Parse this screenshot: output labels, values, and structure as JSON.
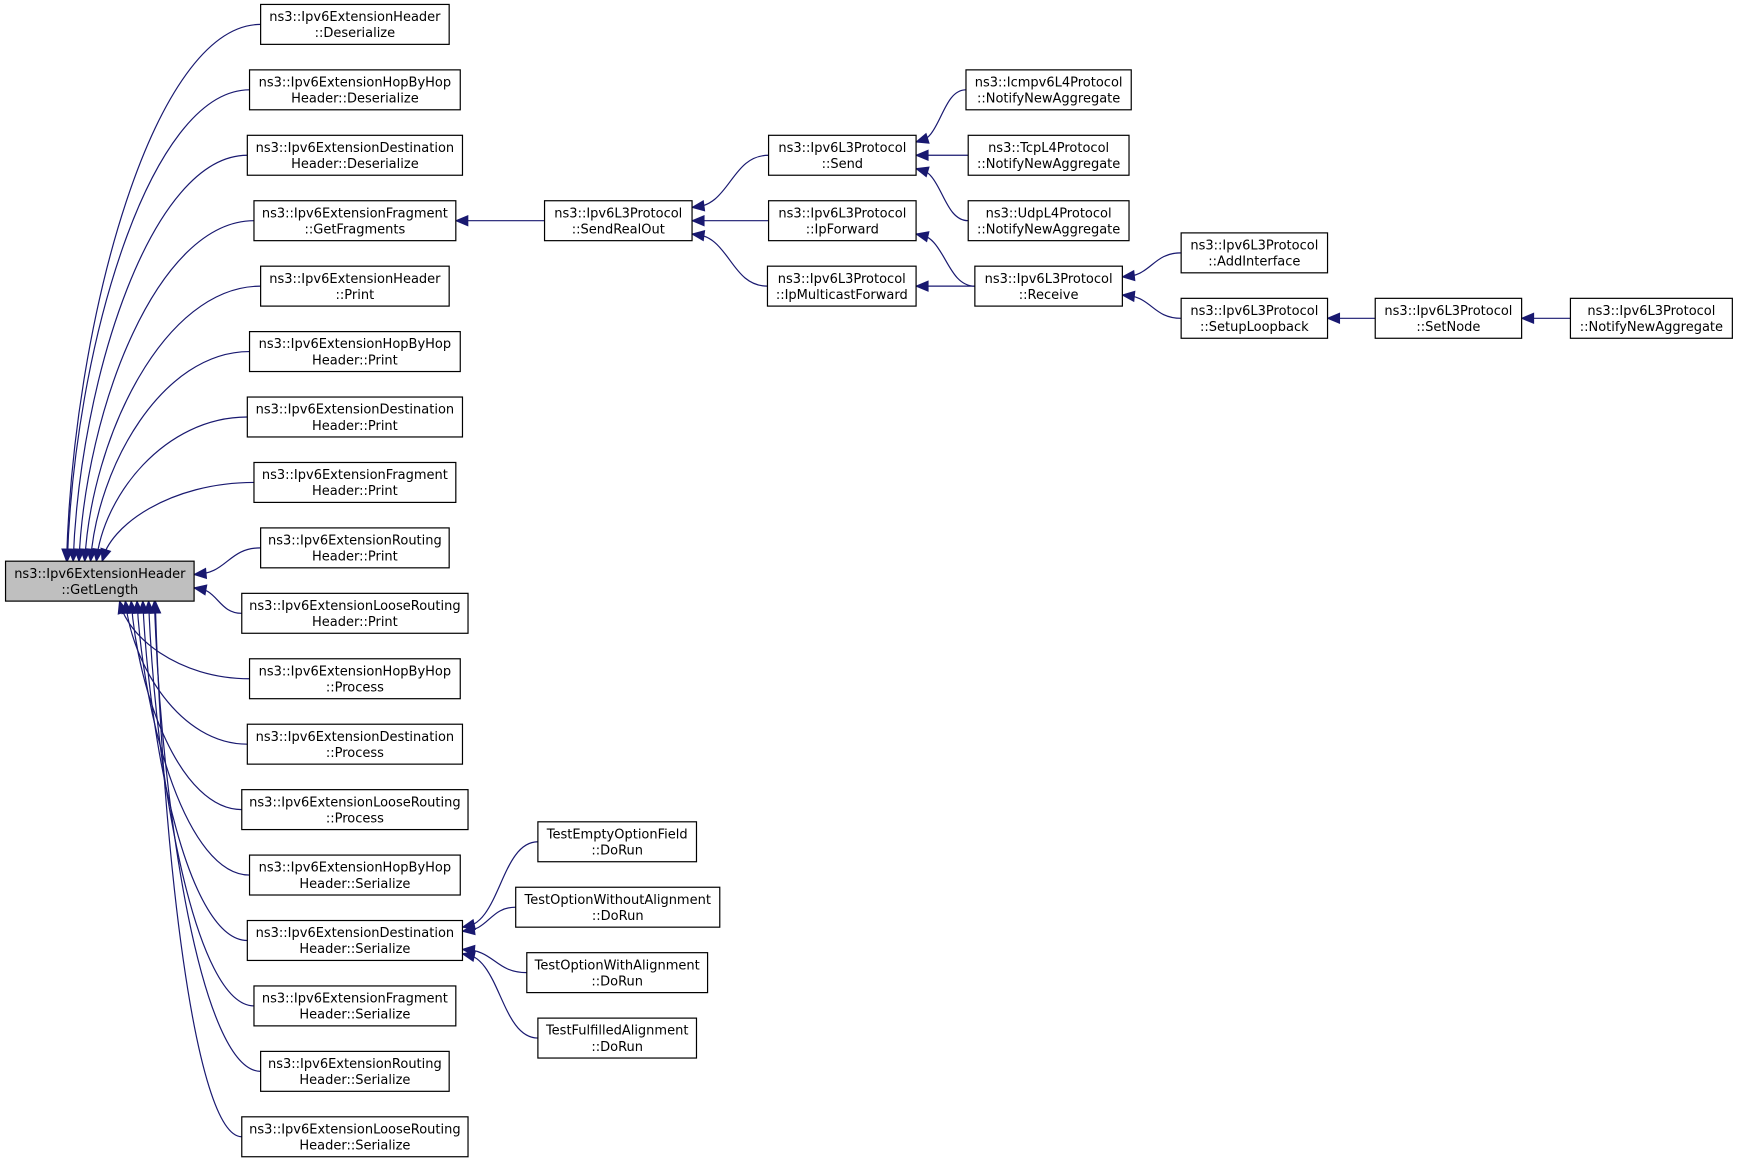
{
  "diagram": {
    "type": "doxygen-caller-graph",
    "colors": {
      "edge": "#191970",
      "root_fill": "#bfbfbf",
      "node_fill": "#ffffff",
      "node_border": "#000000"
    },
    "nodes": [
      {
        "id": "root",
        "lines": [
          "ns3::Ipv6ExtensionHeader",
          "::GetLength"
        ]
      },
      {
        "id": "n1",
        "lines": [
          "ns3::Ipv6ExtensionHeader",
          "::Deserialize"
        ]
      },
      {
        "id": "n2",
        "lines": [
          "ns3::Ipv6ExtensionHopByHop",
          "Header::Deserialize"
        ]
      },
      {
        "id": "n3",
        "lines": [
          "ns3::Ipv6ExtensionDestination",
          "Header::Deserialize"
        ]
      },
      {
        "id": "n4",
        "lines": [
          "ns3::Ipv6ExtensionFragment",
          "::GetFragments"
        ]
      },
      {
        "id": "n5",
        "lines": [
          "ns3::Ipv6ExtensionHeader",
          "::Print"
        ]
      },
      {
        "id": "n6",
        "lines": [
          "ns3::Ipv6ExtensionHopByHop",
          "Header::Print"
        ]
      },
      {
        "id": "n7",
        "lines": [
          "ns3::Ipv6ExtensionDestination",
          "Header::Print"
        ]
      },
      {
        "id": "n8",
        "lines": [
          "ns3::Ipv6ExtensionFragment",
          "Header::Print"
        ]
      },
      {
        "id": "n9",
        "lines": [
          "ns3::Ipv6ExtensionRouting",
          "Header::Print"
        ]
      },
      {
        "id": "n10",
        "lines": [
          "ns3::Ipv6ExtensionLooseRouting",
          "Header::Print"
        ]
      },
      {
        "id": "n11",
        "lines": [
          "ns3::Ipv6ExtensionHopByHop",
          "::Process"
        ]
      },
      {
        "id": "n12",
        "lines": [
          "ns3::Ipv6ExtensionDestination",
          "::Process"
        ]
      },
      {
        "id": "n13",
        "lines": [
          "ns3::Ipv6ExtensionLooseRouting",
          "::Process"
        ]
      },
      {
        "id": "n14",
        "lines": [
          "ns3::Ipv6ExtensionHopByHop",
          "Header::Serialize"
        ]
      },
      {
        "id": "n15",
        "lines": [
          "ns3::Ipv6ExtensionDestination",
          "Header::Serialize"
        ]
      },
      {
        "id": "n16",
        "lines": [
          "ns3::Ipv6ExtensionFragment",
          "Header::Serialize"
        ]
      },
      {
        "id": "n17",
        "lines": [
          "ns3::Ipv6ExtensionRouting",
          "Header::Serialize"
        ]
      },
      {
        "id": "n18",
        "lines": [
          "ns3::Ipv6ExtensionLooseRouting",
          "Header::Serialize"
        ]
      },
      {
        "id": "sro",
        "lines": [
          "ns3::Ipv6L3Protocol",
          "::SendRealOut"
        ]
      },
      {
        "id": "send",
        "lines": [
          "ns3::Ipv6L3Protocol",
          "::Send"
        ]
      },
      {
        "id": "ipf",
        "lines": [
          "ns3::Ipv6L3Protocol",
          "::IpForward"
        ]
      },
      {
        "id": "ipm",
        "lines": [
          "ns3::Ipv6L3Protocol",
          "::IpMulticastForward"
        ]
      },
      {
        "id": "icmp",
        "lines": [
          "ns3::Icmpv6L4Protocol",
          "::NotifyNewAggregate"
        ]
      },
      {
        "id": "tcp",
        "lines": [
          "ns3::TcpL4Protocol",
          "::NotifyNewAggregate"
        ]
      },
      {
        "id": "udp",
        "lines": [
          "ns3::UdpL4Protocol",
          "::NotifyNewAggregate"
        ]
      },
      {
        "id": "recv",
        "lines": [
          "ns3::Ipv6L3Protocol",
          "::Receive"
        ]
      },
      {
        "id": "addif",
        "lines": [
          "ns3::Ipv6L3Protocol",
          "::AddInterface"
        ]
      },
      {
        "id": "setlb",
        "lines": [
          "ns3::Ipv6L3Protocol",
          "::SetupLoopback"
        ]
      },
      {
        "id": "setnode",
        "lines": [
          "ns3::Ipv6L3Protocol",
          "::SetNode"
        ]
      },
      {
        "id": "nna",
        "lines": [
          "ns3::Ipv6L3Protocol",
          "::NotifyNewAggregate"
        ]
      },
      {
        "id": "t1",
        "lines": [
          "TestEmptyOptionField",
          "::DoRun"
        ]
      },
      {
        "id": "t2",
        "lines": [
          "TestOptionWithoutAlignment",
          "::DoRun"
        ]
      },
      {
        "id": "t3",
        "lines": [
          "TestOptionWithAlignment",
          "::DoRun"
        ]
      },
      {
        "id": "t4",
        "lines": [
          "TestFulfilledAlignment",
          "::DoRun"
        ]
      }
    ],
    "edges": [
      {
        "from": "n1",
        "to": "root"
      },
      {
        "from": "n2",
        "to": "root"
      },
      {
        "from": "n3",
        "to": "root"
      },
      {
        "from": "n4",
        "to": "root"
      },
      {
        "from": "n5",
        "to": "root"
      },
      {
        "from": "n6",
        "to": "root"
      },
      {
        "from": "n7",
        "to": "root"
      },
      {
        "from": "n8",
        "to": "root"
      },
      {
        "from": "n9",
        "to": "root"
      },
      {
        "from": "n10",
        "to": "root"
      },
      {
        "from": "n11",
        "to": "root"
      },
      {
        "from": "n12",
        "to": "root"
      },
      {
        "from": "n13",
        "to": "root"
      },
      {
        "from": "n14",
        "to": "root"
      },
      {
        "from": "n15",
        "to": "root"
      },
      {
        "from": "n16",
        "to": "root"
      },
      {
        "from": "n17",
        "to": "root"
      },
      {
        "from": "n18",
        "to": "root"
      },
      {
        "from": "sro",
        "to": "n4"
      },
      {
        "from": "send",
        "to": "sro"
      },
      {
        "from": "ipf",
        "to": "sro"
      },
      {
        "from": "ipm",
        "to": "sro"
      },
      {
        "from": "icmp",
        "to": "send"
      },
      {
        "from": "tcp",
        "to": "send"
      },
      {
        "from": "udp",
        "to": "send"
      },
      {
        "from": "recv",
        "to": "ipf"
      },
      {
        "from": "recv",
        "to": "ipm"
      },
      {
        "from": "addif",
        "to": "recv"
      },
      {
        "from": "setlb",
        "to": "recv"
      },
      {
        "from": "setnode",
        "to": "setlb"
      },
      {
        "from": "nna",
        "to": "setnode"
      },
      {
        "from": "t1",
        "to": "n15"
      },
      {
        "from": "t2",
        "to": "n15"
      },
      {
        "from": "t3",
        "to": "n15"
      },
      {
        "from": "t4",
        "to": "n15"
      }
    ]
  }
}
